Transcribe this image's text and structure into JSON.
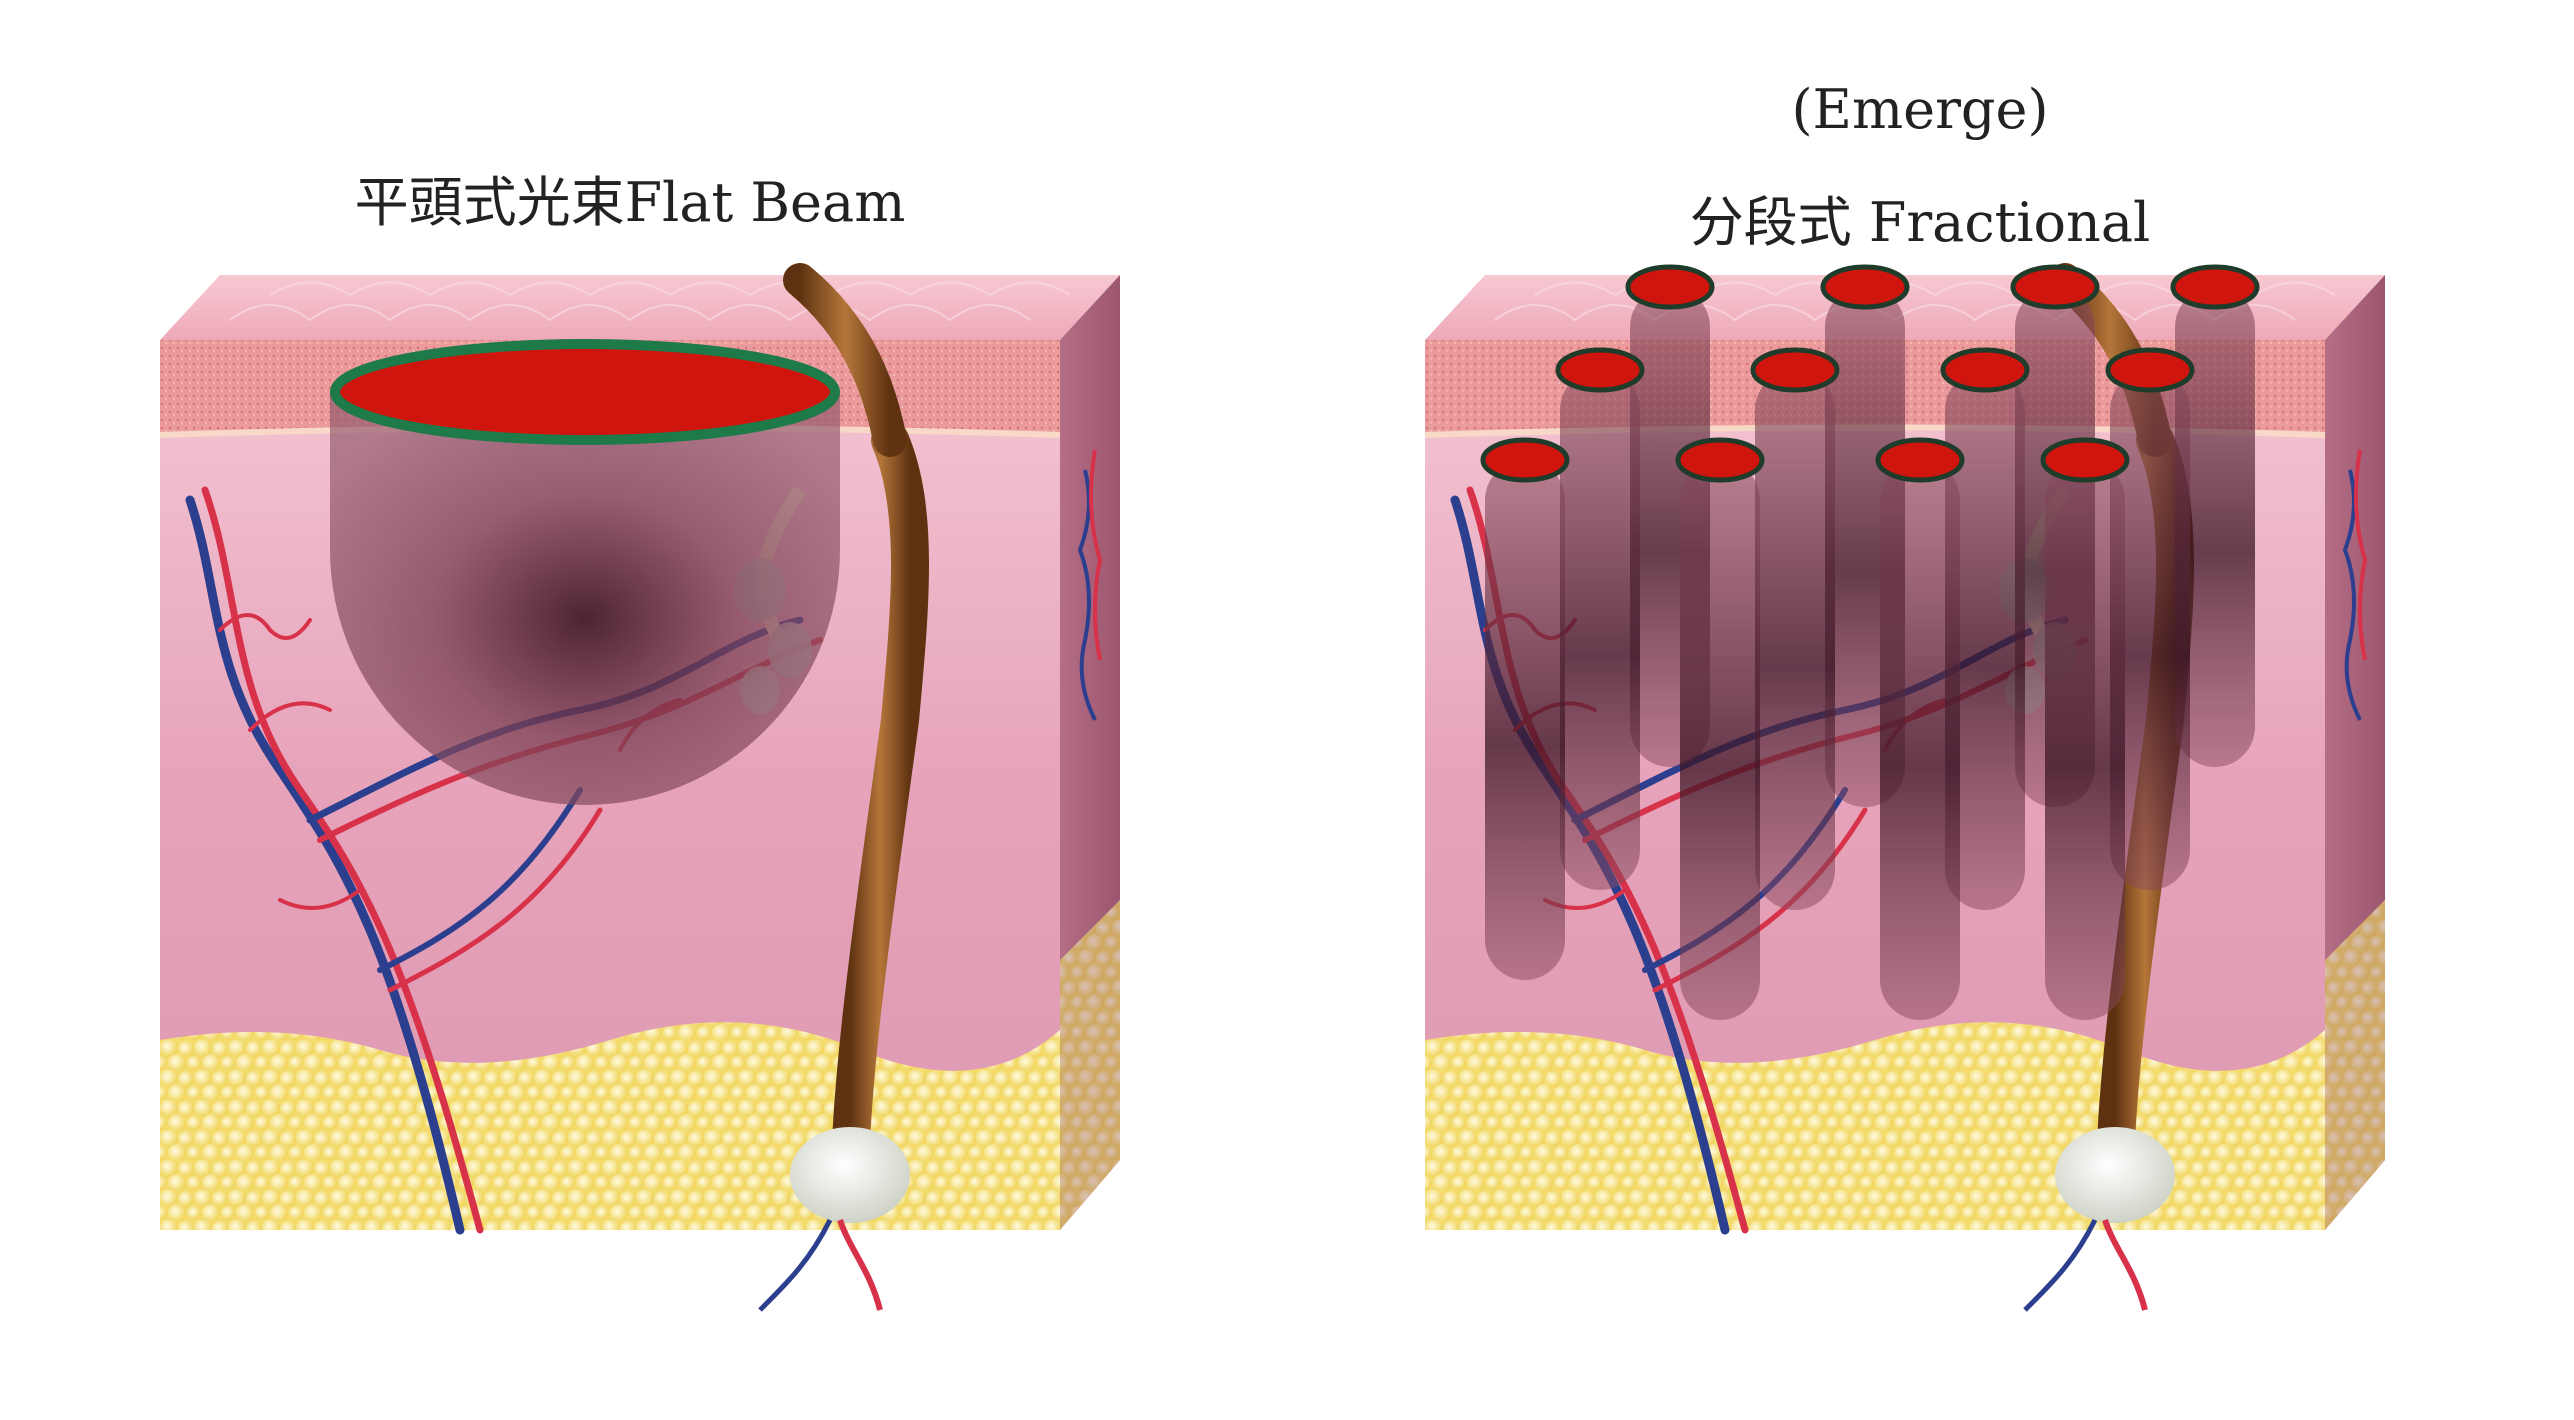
{
  "labels": {
    "left_title": "平頭式光束Flat Beam",
    "right_subtitle": "(Emerge)",
    "right_title": "分段式 Fractional"
  },
  "colors": {
    "beam_red": "#d0140e",
    "beam_rim": "#1f7a4a",
    "epidermis": "#f2b9c3",
    "dermis": "#e8a6bb",
    "fat": "#f6e27a",
    "vein": "#2c3f8f",
    "artery": "#d8324a",
    "hair": "#8a4f1a"
  }
}
